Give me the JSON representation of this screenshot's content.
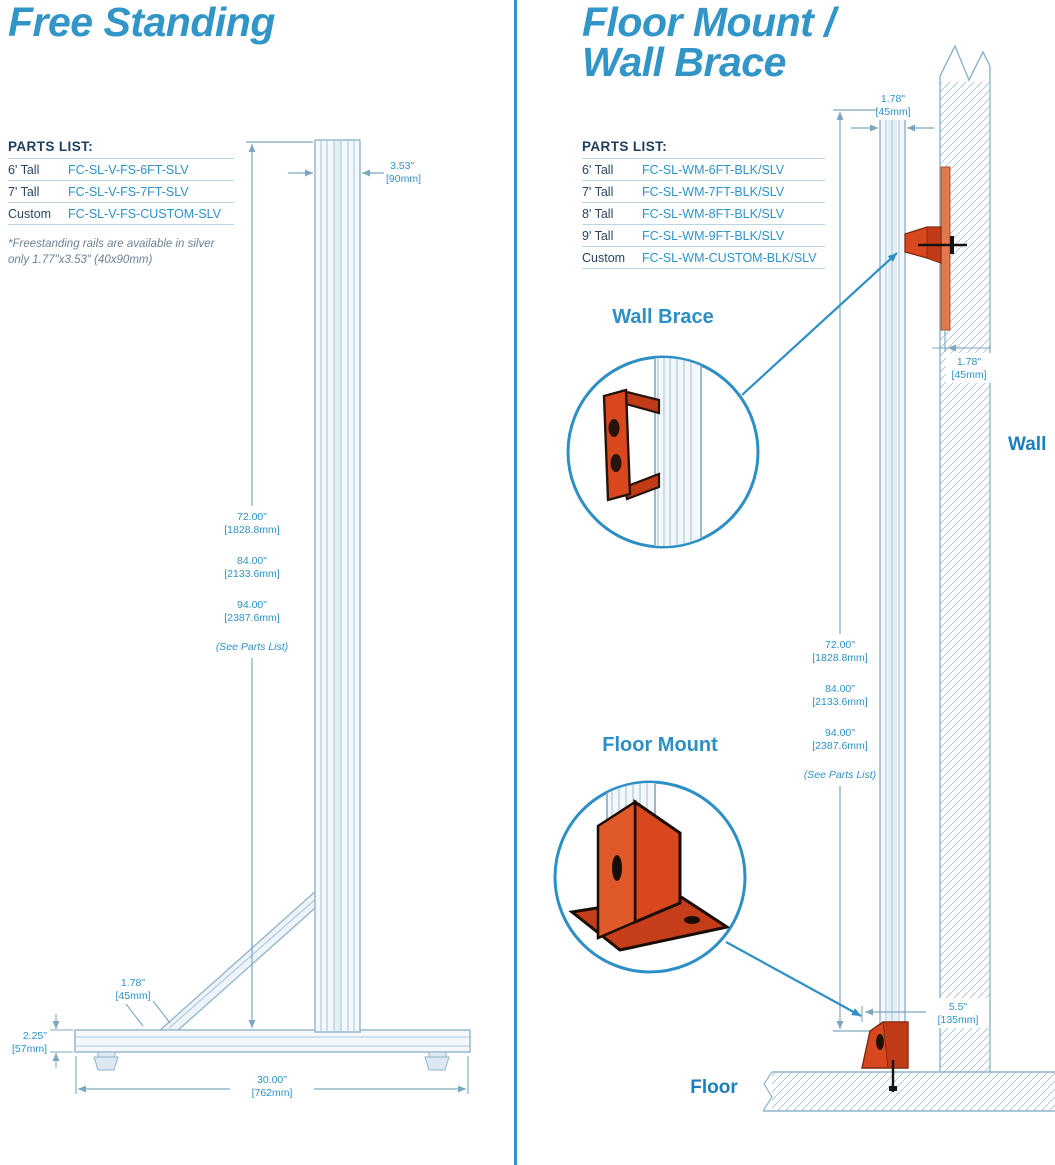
{
  "colors": {
    "accent": "#3295c7",
    "dim_text": "#2e93c8",
    "navy": "#1d3d5e",
    "drawing_line": "#8fb3c9",
    "orange": "#d9471f",
    "label_blue": "#1d7fba"
  },
  "left": {
    "title": "Free Standing",
    "parts_list_label": "PARTS LIST:",
    "parts": [
      {
        "size": "6' Tall",
        "sku": "FC-SL-V-FS-6FT-SLV"
      },
      {
        "size": "7' Tall",
        "sku": "FC-SL-V-FS-7FT-SLV"
      },
      {
        "size": "Custom",
        "sku": "FC-SL-V-FS-CUSTOM-SLV"
      }
    ],
    "note": "*Freestanding rails are available in silver only 1.77\"x3.53\" (40x90mm)",
    "dims": {
      "width": "3.53\"",
      "width_mm": "[90mm]",
      "h1": "72.00\"",
      "h1_mm": "[1828.8mm]",
      "h2": "84.00\"",
      "h2_mm": "[2133.6mm]",
      "h3": "94.00\"",
      "h3_mm": "[2387.6mm]",
      "see": "(See Parts List)",
      "brace": "1.78\"",
      "brace_mm": "[45mm]",
      "base_h": "2.25\"",
      "base_h_mm": "[57mm]",
      "base_w": "30.00\"",
      "base_w_mm": "[762mm]"
    }
  },
  "right": {
    "title_line1": "Floor Mount /",
    "title_line2": "Wall Brace",
    "parts_list_label": "PARTS LIST:",
    "parts": [
      {
        "size": "6' Tall",
        "sku": "FC-SL-WM-6FT-BLK/SLV"
      },
      {
        "size": "7' Tall",
        "sku": "FC-SL-WM-7FT-BLK/SLV"
      },
      {
        "size": "8' Tall",
        "sku": "FC-SL-WM-8FT-BLK/SLV"
      },
      {
        "size": "9' Tall",
        "sku": "FC-SL-WM-9FT-BLK/SLV"
      },
      {
        "size": "Custom",
        "sku": "FC-SL-WM-CUSTOM-BLK/SLV"
      }
    ],
    "labels": {
      "wall_brace": "Wall Brace",
      "floor_mount": "Floor Mount",
      "wall": "Wall",
      "floor": "Floor"
    },
    "dims": {
      "top_w": "1.78\"",
      "top_w_mm": "[45mm]",
      "offset": "1.78\"",
      "offset_mm": "[45mm]",
      "h1": "72.00\"",
      "h1_mm": "[1828.8mm]",
      "h2": "84.00\"",
      "h2_mm": "[2133.6mm]",
      "h3": "94.00\"",
      "h3_mm": "[2387.6mm]",
      "see": "(See Parts List)",
      "depth": "5.5\"",
      "depth_mm": "[135mm]"
    }
  }
}
